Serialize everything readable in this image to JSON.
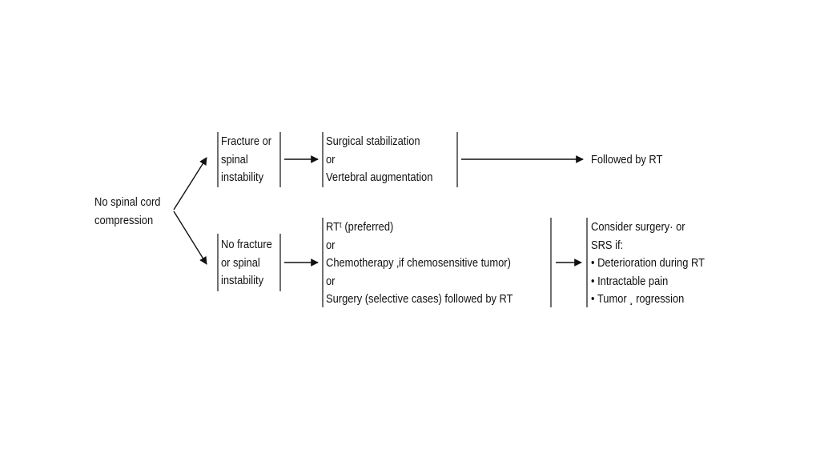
{
  "colors": {
    "ink": "#111111",
    "background": "#ffffff"
  },
  "start": {
    "lines": [
      "No spinal cord",
      "compression"
    ]
  },
  "branch_top": {
    "condition": [
      "Fracture or",
      "spinal",
      "instability"
    ],
    "treatment": [
      "Surgical stabilization",
      "or",
      "Vertebral augmentation"
    ],
    "outcome": "Followed by RT"
  },
  "branch_bottom": {
    "condition": [
      "No fracture",
      "or spinal",
      "instability"
    ],
    "treatment": [
      "RTᵗ  (preferred)",
      "or",
      "Chemotherapy  ‚if chemosensitive tumor)",
      "or",
      "Surgery    (selective cases) followed by RT"
    ],
    "outcome": [
      "Consider surgery·  or",
      "SRS   if:",
      "• Deterioration during RT",
      "• Intractable pain",
      "• Tumor ¸ rogression"
    ]
  }
}
